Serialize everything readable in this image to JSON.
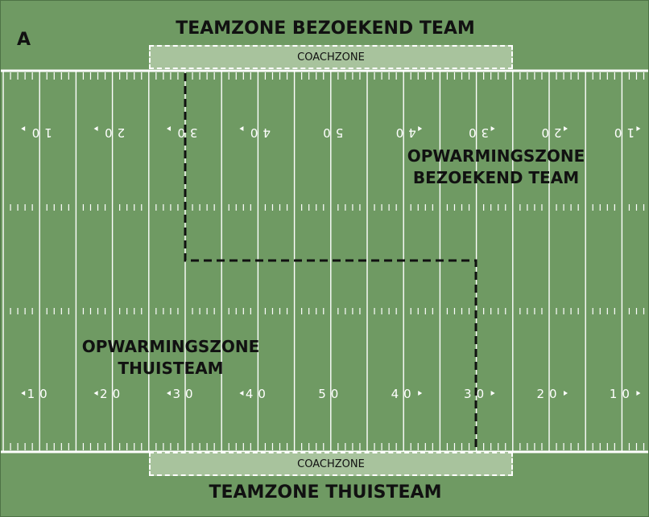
{
  "panel_letter": "A",
  "teamzone_top": "TEAMZONE BEZOEKEND TEAM",
  "teamzone_bottom": "TEAMZONE THUISTEAM",
  "coachzone_top": "COACHZONE",
  "coachzone_bottom": "COACHZONE",
  "warmup_away": {
    "line1": "OPWARMINGSZONE",
    "line2": "BEZOEKEND TEAM"
  },
  "warmup_home": {
    "line1": "OPWARMINGSZONE",
    "line2": "THUISTEAM"
  },
  "yard_numbers": [
    "10",
    "20",
    "30",
    "40",
    "50",
    "40",
    "30",
    "20",
    "10"
  ],
  "colors": {
    "field": "#6f9a63",
    "lines": "#ffffff",
    "coach_zone": "#a8c39d",
    "divider": "#111111"
  }
}
